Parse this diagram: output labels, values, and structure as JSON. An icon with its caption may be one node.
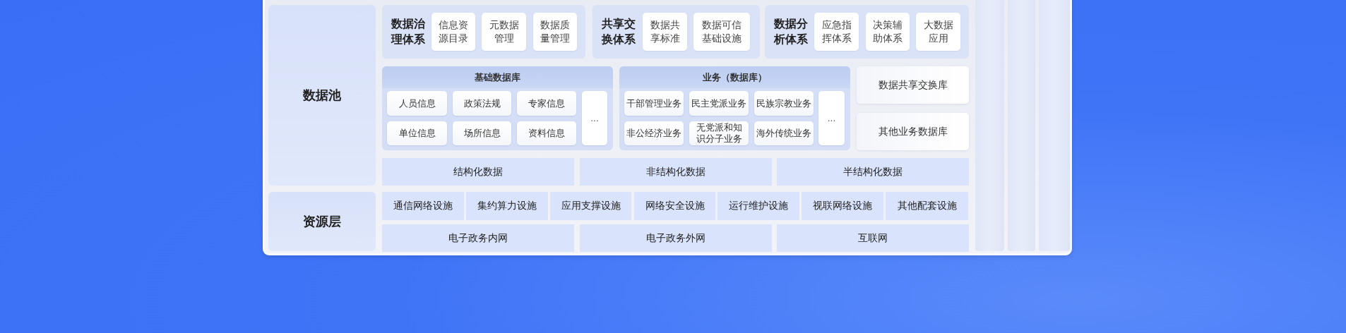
{
  "diagram": {
    "nodes": [
      {
        "text": [
          "数据池"
        ]
      },
      {
        "text": [
          "数据治理体系"
        ]
      },
      {
        "text": [
          "信息资源目录"
        ],
        "in": 1
      },
      {
        "text": [
          "元数据管理"
        ],
        "in": 1
      },
      {
        "text": [
          "数据质量管理"
        ],
        "in": 1
      },
      {
        "text": [
          "共享交换体系"
        ]
      },
      {
        "text": [
          "数据共享标准"
        ],
        "in": 5
      },
      {
        "text": [
          "数据可信基础设施"
        ],
        "in": 5
      },
      {
        "text": [
          "数据分析体系"
        ]
      },
      {
        "text": [
          "应急指挥体系"
        ],
        "in": 8
      },
      {
        "text": [
          "决策辅助体系"
        ],
        "in": 8
      },
      {
        "text": [
          "大数据应用"
        ],
        "in": 8
      },
      {
        "text": [
          "基础数据库"
        ]
      },
      {
        "text": [
          "人员信息"
        ],
        "in": 12
      },
      {
        "text": [
          "政策法规"
        ],
        "in": 12
      },
      {
        "text": [
          "专家信息"
        ],
        "in": 12
      },
      {
        "text": [
          "..."
        ],
        "in": 12
      },
      {
        "text": [
          "单位信息"
        ],
        "in": 12
      },
      {
        "text": [
          "场所信息"
        ],
        "in": 12
      },
      {
        "text": [
          "资料信息"
        ],
        "in": 12
      },
      {
        "text": [
          "业务（数据库）"
        ]
      },
      {
        "text": [
          "干部管理业务"
        ],
        "in": 20
      },
      {
        "text": [
          "民主党派业务"
        ],
        "in": 20
      },
      {
        "text": [
          "民族宗教业务"
        ],
        "in": 20
      },
      {
        "text": [
          "..."
        ],
        "in": 20
      },
      {
        "text": [
          "非公经济业务"
        ],
        "in": 20
      },
      {
        "text": [
          "无党派和知识分子业务"
        ],
        "in": 20
      },
      {
        "text": [
          "海外传统业务"
        ],
        "in": 20
      },
      {
        "text": [
          "数据共享交换库"
        ]
      },
      {
        "text": [
          "其他业务数据库"
        ]
      },
      {
        "text": [
          "结构化数据"
        ]
      },
      {
        "text": [
          "非结构化数据"
        ]
      },
      {
        "text": [
          "半结构化数据"
        ]
      },
      {
        "text": [
          "资源层"
        ]
      },
      {
        "text": [
          "通信网络设施"
        ]
      },
      {
        "text": [
          "集约算力设施"
        ]
      },
      {
        "text": [
          "应用支撑设施"
        ]
      },
      {
        "text": [
          "网络安全设施"
        ]
      },
      {
        "text": [
          "运行维护设施"
        ]
      },
      {
        "text": [
          "视联网络设施"
        ]
      },
      {
        "text": [
          "其他配套设施"
        ]
      },
      {
        "text": [
          "电子政务内网"
        ]
      },
      {
        "text": [
          "电子政务外网"
        ]
      },
      {
        "text": [
          "互联网"
        ]
      },
      {
        "text": [],
        "shape": "bar"
      },
      {
        "text": [],
        "shape": "bar"
      },
      {
        "text": [],
        "shape": "bar"
      }
    ]
  }
}
